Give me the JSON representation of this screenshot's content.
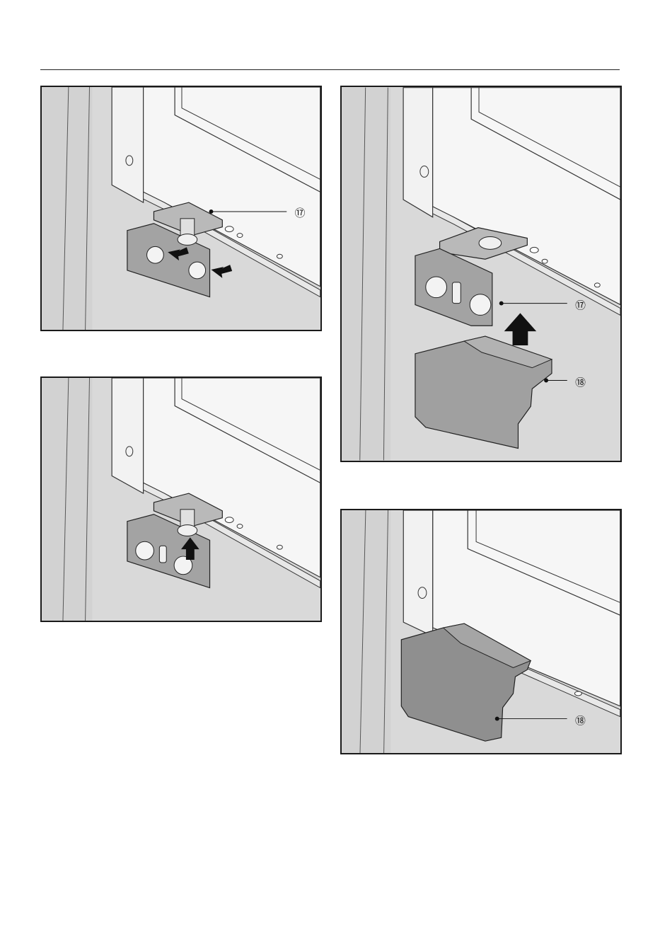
{
  "figures": [
    {
      "id": "fig1",
      "callouts": [
        {
          "label": "⑰"
        }
      ],
      "arrows": [
        "push-left",
        "push-left"
      ]
    },
    {
      "id": "fig2",
      "callouts": [],
      "arrows": [
        "push-up"
      ]
    },
    {
      "id": "fig3",
      "callouts": [
        {
          "label": "⑰"
        },
        {
          "label": "⑱"
        }
      ],
      "arrows": [
        "push-up"
      ]
    },
    {
      "id": "fig4",
      "callouts": [
        {
          "label": "⑱"
        }
      ],
      "arrows": []
    }
  ],
  "colors": {
    "background": "#d9d9d9",
    "panel_light": "#f4f4f4",
    "bracket": "#9a9a9a",
    "cover": "#8f8f8f",
    "line": "#1a1a1a"
  }
}
